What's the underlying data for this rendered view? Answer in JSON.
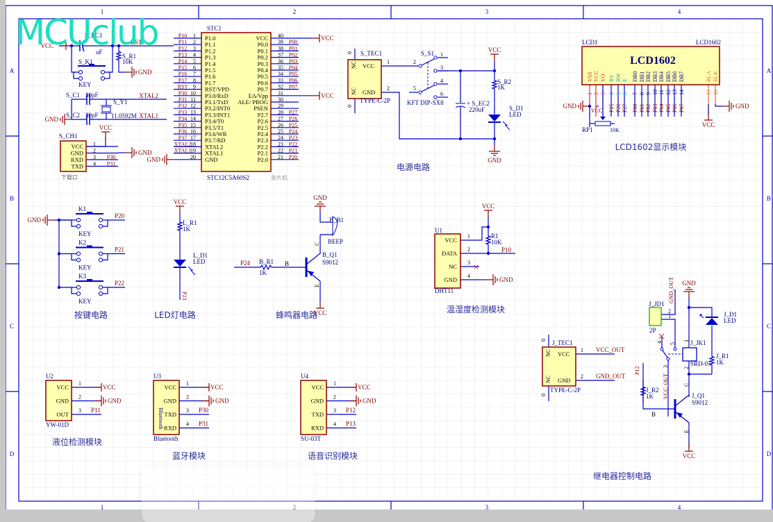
{
  "watermark": "MCUclub",
  "frame": {
    "columns": [
      "1",
      "2",
      "3",
      "4"
    ],
    "rows": [
      "A",
      "B",
      "C",
      "D"
    ]
  },
  "colors": {
    "wire": "#0000cc",
    "net_label": "#800000",
    "component_fill": "#ffffb0",
    "component_border": "#8b0000",
    "grid": "#e6e6e6",
    "watermark": "#19e0c0"
  },
  "mcu": {
    "designator": "STC1",
    "part": "STC12C5A60S2",
    "comment": "单片机",
    "left_pins": [
      {
        "num": "1",
        "name": "P1.0",
        "net": "P10"
      },
      {
        "num": "2",
        "name": "P1.1",
        "net": "P11"
      },
      {
        "num": "3",
        "name": "P1.2",
        "net": "P12"
      },
      {
        "num": "4",
        "name": "P1.3",
        "net": "P13"
      },
      {
        "num": "5",
        "name": "P1.4",
        "net": "P14"
      },
      {
        "num": "6",
        "name": "P1.5",
        "net": "P15"
      },
      {
        "num": "7",
        "name": "P1.6",
        "net": "P16"
      },
      {
        "num": "8",
        "name": "P1.7",
        "net": "P17"
      },
      {
        "num": "9",
        "name": "RST/VPD",
        "net": "RST"
      },
      {
        "num": "10",
        "name": "P3.0/RxD",
        "net": "P30"
      },
      {
        "num": "11",
        "name": "P3.1/TxD",
        "net": "P31"
      },
      {
        "num": "12",
        "name": "P3.2/INT0",
        "net": "P32"
      },
      {
        "num": "13",
        "name": "P3.3/INT1",
        "net": "P33"
      },
      {
        "num": "14",
        "name": "P3.4/T0",
        "net": "P34"
      },
      {
        "num": "15",
        "name": "P3.5/T1",
        "net": "P35"
      },
      {
        "num": "16",
        "name": "P3.6/WR",
        "net": "P36"
      },
      {
        "num": "17",
        "name": "P3.7/RD",
        "net": "P37"
      },
      {
        "num": "18",
        "name": "XTAL2",
        "net": "XTAL2"
      },
      {
        "num": "19",
        "name": "XTAL1",
        "net": "XTAL1"
      },
      {
        "num": "20",
        "name": "GND",
        "net": ""
      }
    ],
    "right_pins": [
      {
        "num": "40",
        "name": "VCC",
        "net": "VCC"
      },
      {
        "num": "39",
        "name": "P0.0",
        "net": "P00"
      },
      {
        "num": "38",
        "name": "P0.1",
        "net": "P01"
      },
      {
        "num": "37",
        "name": "P0.2",
        "net": "P02"
      },
      {
        "num": "36",
        "name": "P0.3",
        "net": "P03"
      },
      {
        "num": "35",
        "name": "P0.4",
        "net": "P04"
      },
      {
        "num": "34",
        "name": "P0.5",
        "net": "P05"
      },
      {
        "num": "33",
        "name": "P0.6",
        "net": "P06"
      },
      {
        "num": "32",
        "name": "P0.7",
        "net": "P07"
      },
      {
        "num": "31",
        "name": "EA/Vpp",
        "net": "VCC"
      },
      {
        "num": "30",
        "name": "ALE/ PROG",
        "net": ""
      },
      {
        "num": "29",
        "name": "PSEN",
        "net": ""
      },
      {
        "num": "28",
        "name": "P2.7",
        "net": "P27"
      },
      {
        "num": "27",
        "name": "P2.6",
        "net": "P26"
      },
      {
        "num": "26",
        "name": "P2.5",
        "net": "P25"
      },
      {
        "num": "25",
        "name": "P2.4",
        "net": "P24"
      },
      {
        "num": "24",
        "name": "P2.3",
        "net": "P23"
      },
      {
        "num": "23",
        "name": "P2.2",
        "net": "P22"
      },
      {
        "num": "22",
        "name": "P2.1",
        "net": "P21"
      },
      {
        "num": "21",
        "name": "P2.0",
        "net": "P20"
      }
    ],
    "gnd_label": "GND"
  },
  "reset": {
    "vcc": "VCC",
    "cap": "S_EC1",
    "cap_value": "uF",
    "net": "RST",
    "resistor": "S_R1",
    "resistor_value": "10K",
    "key": "S_K1",
    "key_value": "KEY",
    "gnd": "GND"
  },
  "crystal": {
    "c1": "S_C1",
    "c1_value": "30pF",
    "c2": "S_C2",
    "c2_value": "30pF",
    "crystal": "S_Y1",
    "crystal_value": "11.0592M",
    "net1": "XTAL2",
    "net2": "XTAL1",
    "gnd": "GND"
  },
  "download": {
    "designator": "S_CH1",
    "comment": "下载口",
    "vcc": "VCC",
    "gnd": "GND",
    "pins": [
      {
        "num": "1",
        "name": "VCC",
        "net": ""
      },
      {
        "num": "2",
        "name": "GND",
        "net": ""
      },
      {
        "num": "3",
        "name": "RXD",
        "net": "P30"
      },
      {
        "num": "4",
        "name": "TXD",
        "net": "P31"
      }
    ]
  },
  "power": {
    "title": "电源电路",
    "connector": "S_TEC1",
    "connector_part": "TYPE-C-2P",
    "conn_pins": [
      {
        "num": "1",
        "name": "VCC"
      },
      {
        "num": "2",
        "name": "GND"
      }
    ],
    "nc": "NC",
    "zero": "0",
    "switch": "S_S1",
    "switch_part": "KFT DIP-SX8",
    "switch_pins": [
      "1",
      "2",
      "3",
      "4",
      "5",
      "6"
    ],
    "cap": "S_EC2",
    "cap_value": "220uF",
    "resistor": "S_R2",
    "resistor_value": "1K",
    "led": "S_D1",
    "led_value": "LED",
    "vcc": "VCC",
    "gnd": "GND"
  },
  "lcd": {
    "title": "LCD1602显示模块",
    "designator": "LCD1",
    "part": "LCD1602",
    "body": "LCD1602",
    "pins": [
      {
        "num": "1",
        "name": "VSS",
        "net": ""
      },
      {
        "num": "2",
        "name": "VCC",
        "net": ""
      },
      {
        "num": "3",
        "name": "VO",
        "net": ""
      },
      {
        "num": "4",
        "name": "RS",
        "net": "P25"
      },
      {
        "num": "5",
        "name": "RW",
        "net": "P26"
      },
      {
        "num": "6",
        "name": "E",
        "net": "P27"
      },
      {
        "num": "7",
        "name": "DB0",
        "net": "P00"
      },
      {
        "num": "8",
        "name": "DB1",
        "net": "P01"
      },
      {
        "num": "9",
        "name": "DB2",
        "net": "P02"
      },
      {
        "num": "10",
        "name": "DB3",
        "net": "P03"
      },
      {
        "num": "11",
        "name": "DB4",
        "net": "P04"
      },
      {
        "num": "12",
        "name": "DB5",
        "net": "P05"
      },
      {
        "num": "13",
        "name": "DB6",
        "net": "P06"
      },
      {
        "num": "14",
        "name": "DB7",
        "net": "P07"
      },
      {
        "num": "15",
        "name": "BLA",
        "net": ""
      },
      {
        "num": "16",
        "name": "BLK",
        "net": ""
      }
    ],
    "gnd_left": "GND",
    "vcc_under": "VCC",
    "pot": "RP1",
    "pot_value": "10K",
    "vcc_bl": "VCC",
    "gnd_right": "GND"
  },
  "keys": {
    "title": "按键电路",
    "gnd": "GND",
    "items": [
      {
        "name": "K1",
        "value": "KEY",
        "net": "P20"
      },
      {
        "name": "K2",
        "value": "KEY",
        "net": "P21"
      },
      {
        "name": "K3",
        "value": "KEY",
        "net": "P22"
      }
    ]
  },
  "led": {
    "title": "LED灯电路",
    "vcc": "VCC",
    "resistor": "L_R1",
    "resistor_value": "1K",
    "led": "L_D1",
    "led_value": "LED",
    "net": "P23"
  },
  "buzzer": {
    "title": "蜂鸣器电路",
    "gnd": "GND",
    "buzzer": "B_B1",
    "buzzer_value": "BEEP",
    "transistor": "B_Q1",
    "transistor_value": "S9012",
    "resistor": "B_R1",
    "resistor_value": "1K",
    "net": "P24",
    "b": "B",
    "c": "C",
    "e": "E",
    "vcc": "VCC"
  },
  "dht": {
    "title": "温湿度检测模块",
    "designator": "U1",
    "part": "DHT11",
    "pins": [
      {
        "num": "1",
        "name": "VCC"
      },
      {
        "num": "2",
        "name": "DATA"
      },
      {
        "num": "3",
        "name": "NC"
      },
      {
        "num": "4",
        "name": "GND"
      }
    ],
    "vcc": "VCC",
    "resistor": "R1",
    "resistor_value": "10K",
    "net": "P10",
    "gnd": "GND"
  },
  "relay": {
    "title": "继电器控制电路",
    "connector": "J_TEC1",
    "connector_part": "TYPE-C-2P",
    "conn_pins": [
      {
        "num": "1",
        "name": "VCC",
        "net": "VCC_OUT"
      },
      {
        "num": "2",
        "name": "GND",
        "net": "GND_OUT"
      }
    ],
    "nc": "NC",
    "zero": "0",
    "terminal": "J_JD1",
    "terminal_part": "2P",
    "gnd_out": "GND_OUT",
    "vcc_out": "VCC_OUT",
    "gnd": "GND",
    "relay": "J_JK1",
    "relay_part": "SRD-05",
    "relay_pins": [
      "1",
      "2",
      "3",
      "4",
      "5"
    ],
    "led": "J_D1",
    "led_value": "LED",
    "r1": "J_R1",
    "r1_value": "1K",
    "r2": "J_R2",
    "r2_value": "1K",
    "transistor": "J_Q1",
    "transistor_value": "S9012",
    "net": "P12",
    "b": "B",
    "c": "C",
    "e": "E",
    "vcc": "VCC"
  },
  "level": {
    "title": "液位检测模块",
    "designator": "U2",
    "part": "YW-01D",
    "pins": [
      {
        "num": "1",
        "name": "VCC",
        "net": "VCC"
      },
      {
        "num": "2",
        "name": "GND",
        "net": "GND"
      },
      {
        "num": "3",
        "name": "OUT",
        "net": "P11"
      }
    ]
  },
  "bluetooth": {
    "title": "蓝牙模块",
    "designator": "U3",
    "part": "Bluetooth",
    "body": "Bluetooth",
    "pins": [
      {
        "num": "1",
        "name": "VCC",
        "net": "VCC"
      },
      {
        "num": "2",
        "name": "GND",
        "net": "GND"
      },
      {
        "num": "3",
        "name": "TXD",
        "net": "P30"
      },
      {
        "num": "4",
        "name": "RXD",
        "net": "P31"
      }
    ]
  },
  "voice": {
    "title": "语音识别模块",
    "designator": "U4",
    "part": "SU-03T",
    "pins": [
      {
        "num": "1",
        "name": "VCC",
        "net": "VCC"
      },
      {
        "num": "2",
        "name": "GND",
        "net": "GND"
      },
      {
        "num": "3",
        "name": "TXD",
        "net": "P12"
      },
      {
        "num": "4",
        "name": "RXD",
        "net": "P13"
      }
    ]
  }
}
